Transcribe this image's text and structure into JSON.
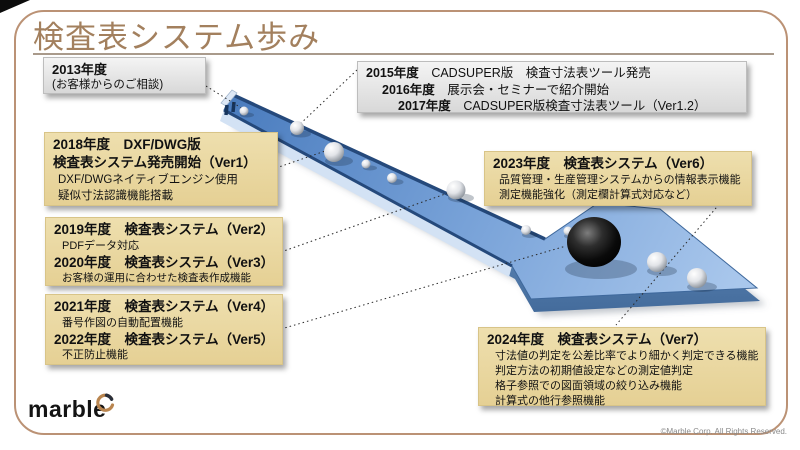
{
  "slide": {
    "title": "検査表システム歩み",
    "logo_text": "marble",
    "logo_icon": "swirl-icon",
    "copyright": "©Marble Corp. All Rights Reserved.",
    "colors": {
      "title_brown": "#a3805e",
      "frame_brown": "#bb9275",
      "arrow_blue": "#6f9cd4",
      "box_tan": "#e9d8a2",
      "box_gray": "#e3e3e3"
    }
  },
  "boxes": [
    {
      "year": "2013",
      "lines": [
        {
          "b": "2013年度"
        },
        {
          "r": "(お客様からのご相談)"
        }
      ]
    },
    {
      "year": "2015-2017",
      "lines": [
        {
          "b": "2015年度",
          "r": "　CADSUPER版　検査寸法表ツール発売"
        },
        {
          "b": "2016年度",
          "r": "　展示会・セミナーで紹介開始"
        },
        {
          "b": "2017年度",
          "r": "　CADSUPER版検査寸法表ツール（Ver1.2）"
        }
      ]
    },
    {
      "year": "2018",
      "lines": [
        {
          "b": "2018年度　DXF/DWG版"
        },
        {
          "b": "検査表システム発売開始（Ver1）"
        },
        {
          "r": "DXF/DWGネイティブエンジン使用"
        },
        {
          "r": "疑似寸法認識機能搭載"
        }
      ]
    },
    {
      "year": "2019-2020",
      "lines": [
        {
          "b": "2019年度　検査表システム（Ver2）"
        },
        {
          "r": "PDFデータ対応"
        },
        {
          "b": "2020年度　検査表システム（Ver3）"
        },
        {
          "r": "お客様の運用に合わせた検査表作成機能"
        }
      ]
    },
    {
      "year": "2021-2022",
      "lines": [
        {
          "b": "2021年度　検査表システム（Ver4）"
        },
        {
          "r": "番号作図の自動配置機能"
        },
        {
          "b": "2022年度　検査表システム（Ver5）"
        },
        {
          "r": "不正防止機能"
        }
      ]
    },
    {
      "year": "2023",
      "lines": [
        {
          "b": "2023年度　検査表システム（Ver6）"
        },
        {
          "r": "品質管理・生産管理システムからの情報表示機能"
        },
        {
          "r": "測定機能強化（測定欄計算式対応など）"
        }
      ]
    },
    {
      "year": "2024",
      "lines": [
        {
          "b": "2024年度　検査表システム（Ver7）"
        },
        {
          "r": "寸法値の判定を公差比率でより細かく判定できる機能"
        },
        {
          "r": "判定方法の初期値設定などの測定値判定"
        },
        {
          "r": "格子参照での図面領域の絞り込み機能"
        },
        {
          "r": "計算式の他行参照機能"
        }
      ]
    }
  ]
}
